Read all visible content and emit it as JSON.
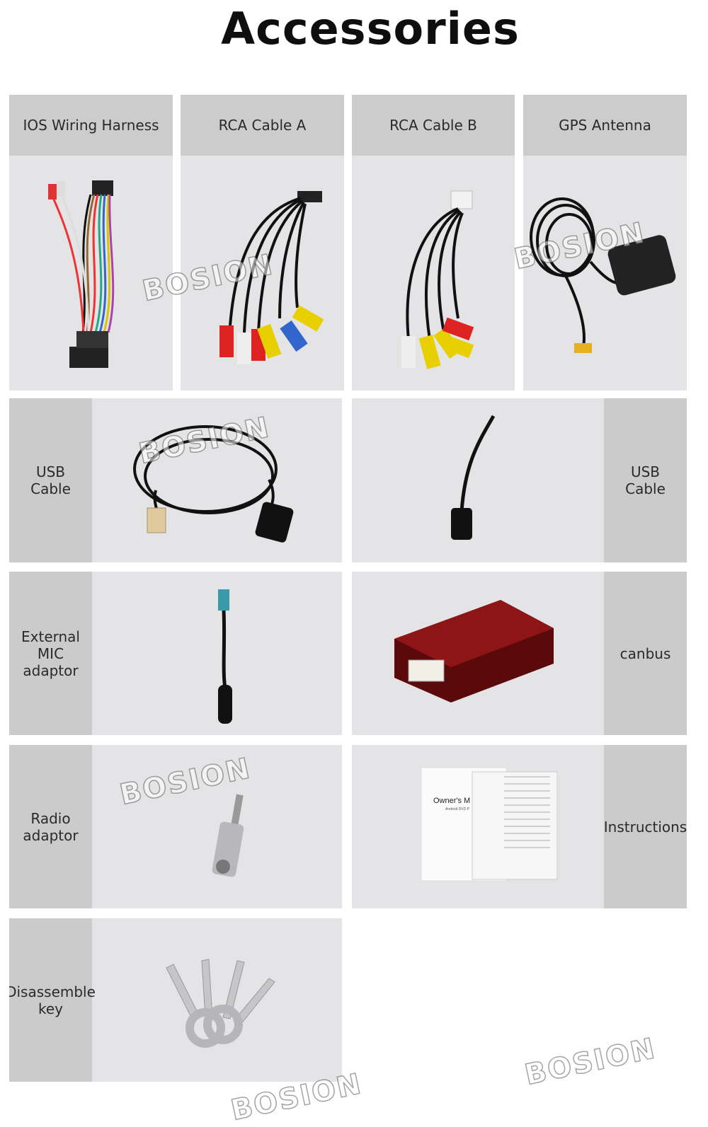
{
  "page_title": "Accessories",
  "watermark": "BOSION",
  "items": {
    "ios_harness": "IOS Wiring Harness",
    "rca_a": "RCA Cable A",
    "rca_b": "RCA Cable B",
    "gps": "GPS Antenna",
    "usb1_l1": "USB",
    "usb1_l2": "Cable",
    "usb2_l1": "USB",
    "usb2_l2": "Cable",
    "mic_l1": "External",
    "mic_l2": "MIC",
    "mic_l3": "adaptor",
    "canbus": "canbus",
    "radio_l1": "Radio",
    "radio_l2": "adaptor",
    "instructions": "Instructions",
    "key_l1": "Disassemble",
    "key_l2": "key"
  },
  "manual_cover_text": "Owner's M",
  "manual_cover_sub": "Android DVD P",
  "colors": {
    "card_bg": "#e4e4e6",
    "label_bg": "#cbcbcc",
    "title": "#0e0e0e"
  }
}
